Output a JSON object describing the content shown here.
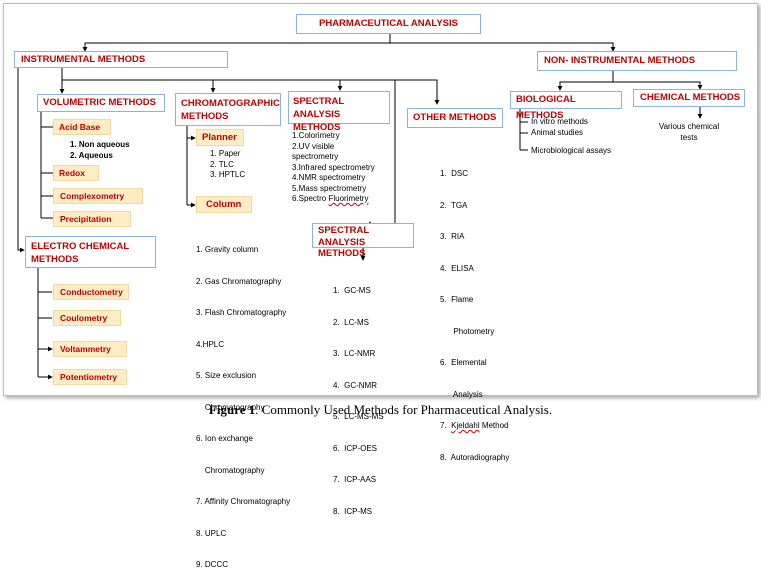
{
  "root": "PHARMACEUTICAL ANALYSIS",
  "instrumental": "INSTRUMENTAL METHODS",
  "non_instrumental": "NON- INSTRUMENTAL METHODS",
  "volumetric": {
    "title": "VOLUMETRIC METHODS",
    "acid_base": "Acid Base",
    "acid_base_items": [
      "1. Non aqueous",
      "2. Aqueous"
    ],
    "redox": "Redox",
    "complexometry": "Complexometry",
    "precipitation": "Precipitation"
  },
  "electro": {
    "title_1": "ELECTRO CHEMICAL",
    "title_2": "METHODS",
    "items": [
      "Conductometry",
      "Coulometry",
      "Voltammetry",
      "Potentiometry"
    ]
  },
  "chromatographic": {
    "title_1": "CHROMATOGRAPHIC",
    "title_2": "METHODS",
    "planner": "Planner",
    "planner_items": [
      "1. Paper",
      "2. TLC",
      "3. HPTLC"
    ],
    "column": "Column",
    "column_items": [
      "1. Gravity column",
      "2. Gas Chromatography",
      "3. Flash Chromatography",
      "4.HPLC",
      "5. Size exclusion",
      "    Chromatography",
      "6. Ion exchange",
      "    Chromatography",
      "7. Affinity Chromatography",
      "8. UPLC",
      "9. DCCC"
    ]
  },
  "spectral_1": {
    "title_1": "SPECTRAL ANALYSIS",
    "title_2": "METHODS",
    "items": [
      "1.Colorimetry",
      "2.UV visible",
      "spectrometry",
      "3.Infrared spectrometry",
      "4.NMR spectrometry",
      "5.Mass spectrometry"
    ],
    "last_prefix": "6.Spectro ",
    "last_word": "Fluorimetry"
  },
  "spectral_2": {
    "title_1": "SPECTRAL ANALYSIS",
    "title_2": "METHODS",
    "items": [
      "1.  GC-MS",
      "2.  LC-MS",
      "3.  LC-NMR",
      "4.  GC-NMR",
      "5.  LC-MS-MS",
      "6.  ICP-OES",
      "7.  ICP-AAS",
      "8.  ICP-MS"
    ]
  },
  "other": {
    "title": "OTHER METHODS",
    "items": [
      "1.  DSC",
      "2.  TGA",
      "3.  RIA",
      "4.  ELISA",
      "5.  Flame",
      "      Photometry",
      "6.  Elemental",
      "      Analysis"
    ],
    "item7_prefix": "7.  ",
    "item7_word": "Kjeldahl",
    "item7_suffix": " Method",
    "item8": "8.  Autoradiography"
  },
  "biological": {
    "title": "BIOLOGICAL METHODS",
    "items": [
      "In vitro methods",
      "Animal studies",
      "Microbiological assays"
    ]
  },
  "chemical": {
    "title": "CHEMICAL METHODS",
    "text_1": "Various chemical",
    "text_2": "tests"
  },
  "caption": {
    "label": "Figure 1",
    "text": ". Commonly Used Methods for Pharmaceutical Analysis."
  }
}
